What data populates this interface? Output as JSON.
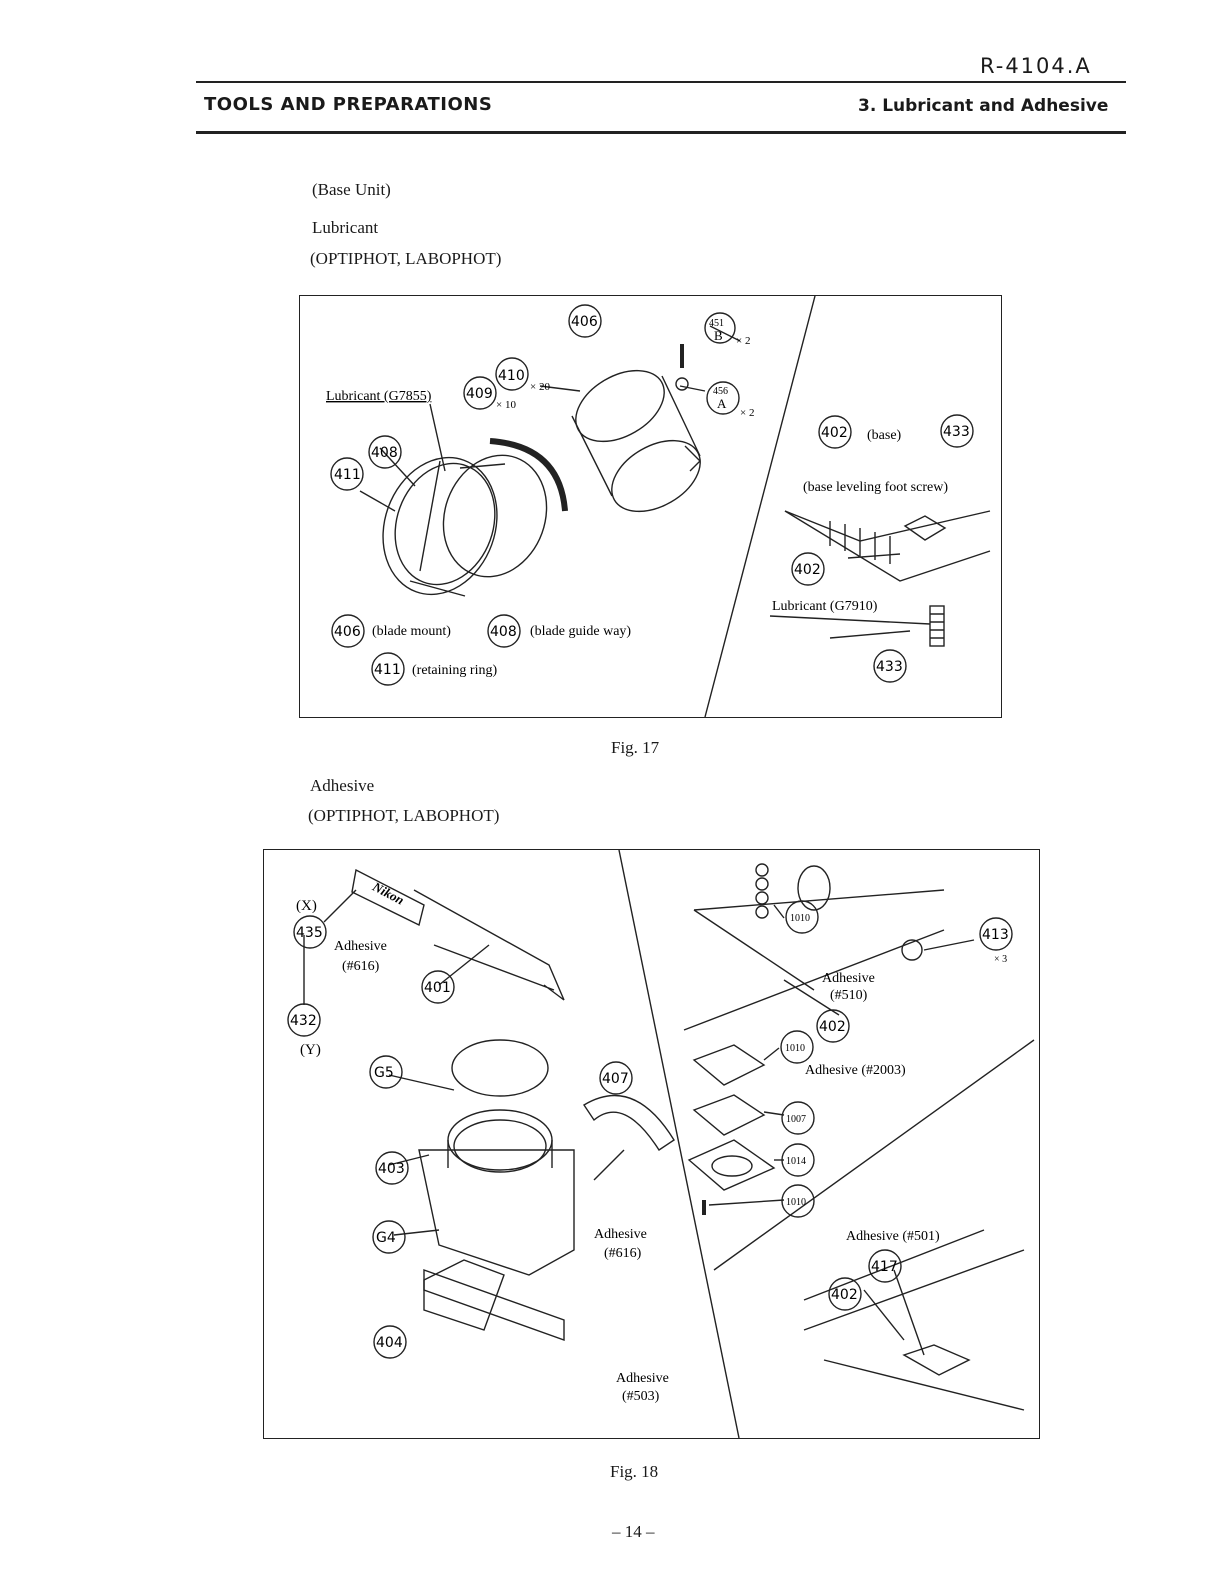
{
  "header": {
    "doc_number": "R-4104.A",
    "section_left": "TOOLS AND PREPARATIONS",
    "section_right": "3. Lubricant and Adhesive"
  },
  "lubricant_section": {
    "unit": "(Base Unit)",
    "title": "Lubricant",
    "models": "(OPTIPHOT, LABOPHOT)"
  },
  "fig17": {
    "caption": "Fig. 17",
    "labels": {
      "lub_g7855": "Lubricant (G7855)",
      "p406": "406",
      "p451": "451",
      "p451b": "B",
      "x2a": "× 2",
      "p410": "410",
      "x20": "× 20",
      "p409": "409",
      "x10": "× 10",
      "p456": "456",
      "p456a": "A",
      "x2b": "× 2",
      "p408": "408",
      "p411": "411",
      "p402_base": "402",
      "base": "(base)",
      "p433_top": "433",
      "leveling": "(base leveling foot screw)",
      "p402_low": "402",
      "lub_g7910": "Lubricant (G7910)",
      "p433_low": "433",
      "leg406": "406",
      "blade_mount": "(blade mount)",
      "leg408": "408",
      "blade_guide": "(blade guide way)",
      "leg411": "411",
      "retaining_ring": "(retaining ring)"
    }
  },
  "adhesive_section": {
    "title": "Adhesive",
    "models": "(OPTIPHOT, LABOPHOT)"
  },
  "fig18": {
    "caption": "Fig. 18",
    "labels": {
      "x": "(X)",
      "logo": "Nikon",
      "p435": "435",
      "adh_616a_1": "Adhesive",
      "adh_616a_2": "(#616)",
      "p401": "401",
      "p432": "432",
      "y": "(Y)",
      "g5": "G5",
      "p407": "407",
      "p403": "403",
      "g4": "G4",
      "adh_616b_1": "Adhesive",
      "adh_616b_2": "(#616)",
      "p404": "404",
      "adh_503_1": "Adhesive",
      "adh_503_2": "(#503)",
      "p1010a": "1010",
      "p413": "413",
      "x3": "× 3",
      "adh_510_1": "Adhesive",
      "adh_510_2": "(#510)",
      "p402a": "402",
      "p1010b": "1010",
      "adh_2003": "Adhesive (#2003)",
      "p1007": "1007",
      "p1014": "1014",
      "p1010c": "1010",
      "adh_501": "Adhesive (#501)",
      "p417": "417",
      "p402b": "402"
    }
  },
  "footer": {
    "page_number": "– 14 –"
  }
}
